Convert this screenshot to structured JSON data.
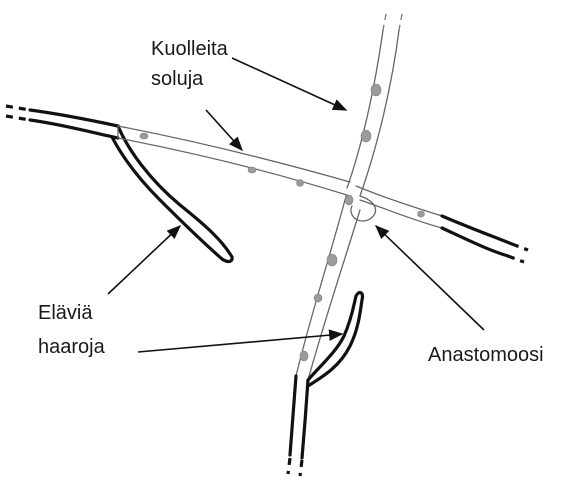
{
  "labels": {
    "dead_cells_line1": "Kuolleita",
    "dead_cells_line2": "soluja",
    "living_branches_line1": "Eläviä",
    "living_branches_line2": "haaroja",
    "anastomosis": "Anastomoosi"
  },
  "colors": {
    "live_hypha": "#111111",
    "dead_hypha": "#666666",
    "nucleus": "#9b9b9b",
    "background": "#ffffff"
  }
}
